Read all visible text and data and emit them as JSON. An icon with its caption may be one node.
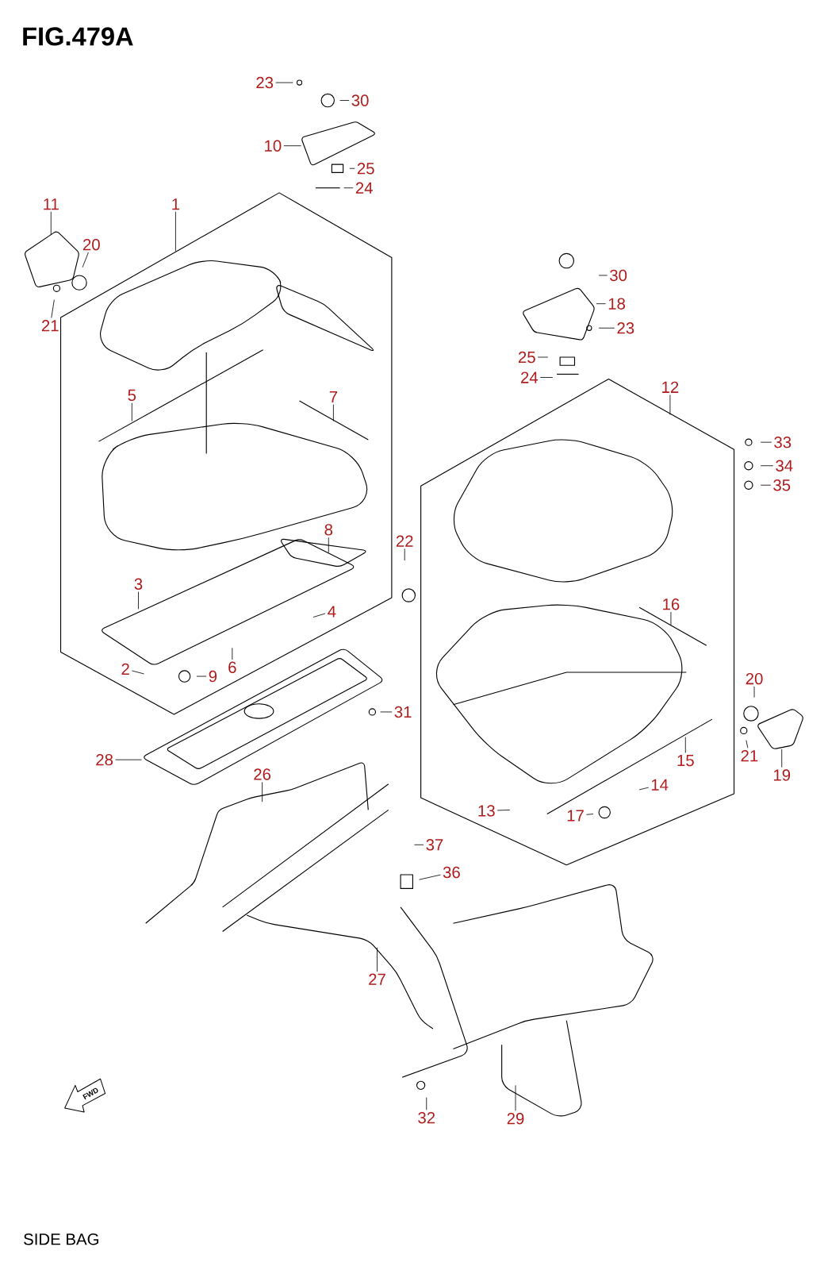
{
  "diagram": {
    "title": "FIG.479A",
    "caption": "SIDE BAG",
    "nodes": [
      {
        "text": [
          "23"
        ]
      },
      {
        "text": [
          "30"
        ]
      },
      {
        "text": [
          "10"
        ]
      },
      {
        "text": [
          "25"
        ]
      },
      {
        "text": [
          "24"
        ]
      },
      {
        "text": [
          "11"
        ]
      },
      {
        "text": [
          "20"
        ]
      },
      {
        "text": [
          "1"
        ]
      },
      {
        "text": [
          "21"
        ]
      },
      {
        "text": [
          "30"
        ]
      },
      {
        "text": [
          "18"
        ]
      },
      {
        "text": [
          "23"
        ]
      },
      {
        "text": [
          "25"
        ]
      },
      {
        "text": [
          "24"
        ]
      },
      {
        "text": [
          "5"
        ]
      },
      {
        "text": [
          "7"
        ]
      },
      {
        "text": [
          "12"
        ]
      },
      {
        "text": [
          "33"
        ]
      },
      {
        "text": [
          "34"
        ]
      },
      {
        "text": [
          "35"
        ]
      },
      {
        "text": [
          "8"
        ]
      },
      {
        "text": [
          "22"
        ]
      },
      {
        "text": [
          "3"
        ]
      },
      {
        "text": [
          "16"
        ]
      },
      {
        "text": [
          "4"
        ]
      },
      {
        "text": [
          "2"
        ]
      },
      {
        "text": [
          "9"
        ]
      },
      {
        "text": [
          "6"
        ]
      },
      {
        "text": [
          "20"
        ]
      },
      {
        "text": [
          "31"
        ]
      },
      {
        "text": [
          "15"
        ]
      },
      {
        "text": [
          "21"
        ]
      },
      {
        "text": [
          "28"
        ]
      },
      {
        "text": [
          "19"
        ]
      },
      {
        "text": [
          "26"
        ]
      },
      {
        "text": [
          "14"
        ]
      },
      {
        "text": [
          "13"
        ]
      },
      {
        "text": [
          "17"
        ]
      },
      {
        "text": [
          "37"
        ]
      },
      {
        "text": [
          "36"
        ]
      },
      {
        "text": [
          "27"
        ]
      },
      {
        "text": [
          "32"
        ]
      },
      {
        "text": [
          "29"
        ]
      }
    ],
    "edges": [
      {
        "from": 0,
        "to": null,
        "arrow": "none"
      },
      {
        "from": 1,
        "to": null,
        "arrow": "none"
      },
      {
        "from": 2,
        "to": null,
        "arrow": "none"
      },
      {
        "from": 3,
        "to": null,
        "arrow": "none"
      },
      {
        "from": 4,
        "to": null,
        "arrow": "none"
      },
      {
        "from": 5,
        "to": null,
        "arrow": "none"
      },
      {
        "from": 6,
        "to": null,
        "arrow": "none"
      },
      {
        "from": 7,
        "to": null,
        "arrow": "none"
      },
      {
        "from": 8,
        "to": null,
        "arrow": "none"
      },
      {
        "from": 9,
        "to": null,
        "arrow": "none"
      },
      {
        "from": 10,
        "to": null,
        "arrow": "none"
      },
      {
        "from": 11,
        "to": null,
        "arrow": "none"
      },
      {
        "from": 12,
        "to": null,
        "arrow": "none"
      },
      {
        "from": 13,
        "to": null,
        "arrow": "none"
      },
      {
        "from": 14,
        "to": null,
        "arrow": "none"
      },
      {
        "from": 15,
        "to": null,
        "arrow": "none"
      },
      {
        "from": 16,
        "to": null,
        "arrow": "none"
      },
      {
        "from": 17,
        "to": null,
        "arrow": "none"
      },
      {
        "from": 18,
        "to": null,
        "arrow": "none"
      },
      {
        "from": 19,
        "to": null,
        "arrow": "none"
      },
      {
        "from": 20,
        "to": null,
        "arrow": "none"
      },
      {
        "from": 21,
        "to": null,
        "arrow": "none"
      },
      {
        "from": 22,
        "to": null,
        "arrow": "none"
      },
      {
        "from": 23,
        "to": null,
        "arrow": "none"
      },
      {
        "from": 24,
        "to": null,
        "arrow": "none"
      },
      {
        "from": 25,
        "to": null,
        "arrow": "none"
      },
      {
        "from": 26,
        "to": null,
        "arrow": "none"
      },
      {
        "from": 27,
        "to": null,
        "arrow": "none"
      },
      {
        "from": 28,
        "to": null,
        "arrow": "none"
      },
      {
        "from": 29,
        "to": null,
        "arrow": "none"
      },
      {
        "from": 30,
        "to": null,
        "arrow": "none"
      },
      {
        "from": 31,
        "to": null,
        "arrow": "none"
      },
      {
        "from": 32,
        "to": null,
        "arrow": "none"
      },
      {
        "from": 33,
        "to": null,
        "arrow": "none"
      },
      {
        "from": 34,
        "to": null,
        "arrow": "none"
      },
      {
        "from": 35,
        "to": null,
        "arrow": "none"
      },
      {
        "from": 36,
        "to": null,
        "arrow": "none"
      },
      {
        "from": 37,
        "to": null,
        "arrow": "none"
      },
      {
        "from": 38,
        "to": null,
        "arrow": "none"
      },
      {
        "from": 39,
        "to": null,
        "arrow": "none"
      },
      {
        "from": 40,
        "to": null,
        "arrow": "none"
      },
      {
        "from": 41,
        "to": null,
        "arrow": "none"
      },
      {
        "from": 42,
        "to": null,
        "arrow": "none"
      }
    ],
    "labels": [
      "FWD"
    ]
  }
}
